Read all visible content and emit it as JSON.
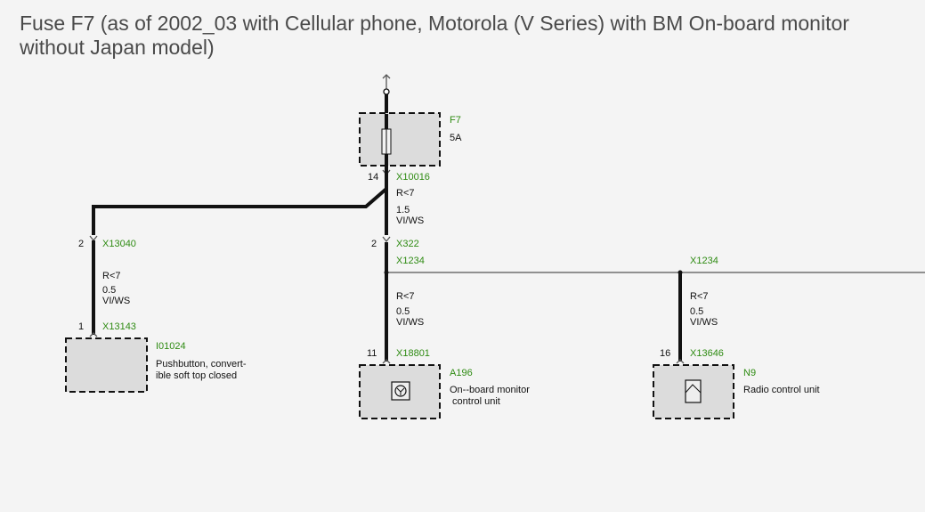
{
  "title": {
    "line1": "Fuse F7 (as of 2002_03 with Cellular phone, Motorola (V Series) with BM On-board monitor",
    "line2": "without Japan model)"
  },
  "fuse": {
    "id": "F7",
    "rating": "5A"
  },
  "connectors": {
    "x10016": {
      "id": "X10016",
      "pin": "14"
    },
    "x13040": {
      "id": "X13040",
      "pin": "2"
    },
    "x13143": {
      "id": "X13143",
      "pin": "1"
    },
    "x322": {
      "id": "X322",
      "pin": "2"
    },
    "x1234_a": {
      "id": "X1234"
    },
    "x1234_b": {
      "id": "X1234"
    },
    "x18801": {
      "id": "X18801",
      "pin": "11"
    },
    "x13646": {
      "id": "X13646",
      "pin": "16"
    }
  },
  "wires": {
    "main": {
      "ref": "R<7",
      "size": "1.5",
      "color": "VI/WS"
    },
    "left": {
      "ref": "R<7",
      "size": "0.5",
      "color": "VI/WS"
    },
    "center": {
      "ref": "R<7",
      "size": "0.5",
      "color": "VI/WS"
    },
    "right": {
      "ref": "R<7",
      "size": "0.5",
      "color": "VI/WS"
    }
  },
  "components": {
    "i01024": {
      "id": "I01024",
      "desc_line1": "Pushbutton, convert-",
      "desc_line2": "ible soft top closed"
    },
    "a196": {
      "id": "A196",
      "desc_line1": "On--board monitor",
      "desc_line2": " control unit"
    },
    "n9": {
      "id": "N9",
      "desc_line1": "Radio control unit"
    }
  },
  "colors": {
    "wire": "#111111",
    "connector_label": "#2e8b12",
    "box_fill": "#dcdcdc",
    "background": "#f4f4f4"
  }
}
